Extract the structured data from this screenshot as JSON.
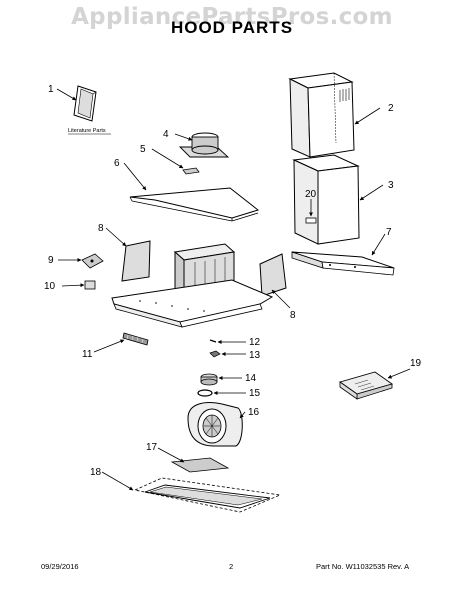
{
  "watermark": "AppliancePartsPros.com",
  "title": "HOOD PARTS",
  "literature_label": "Literature Parts",
  "callouts": {
    "c1": "1",
    "c2": "2",
    "c3": "3",
    "c4": "4",
    "c5": "5",
    "c6": "6",
    "c7": "7",
    "c8a": "8",
    "c8b": "8",
    "c9": "9",
    "c10": "10",
    "c11": "11",
    "c12": "12",
    "c13": "13",
    "c14": "14",
    "c15": "15",
    "c16": "16",
    "c17": "17",
    "c18": "18",
    "c19": "19",
    "c20": "20"
  },
  "footer": {
    "date": "09/29/2016",
    "page": "2",
    "part_no": "Part No. W11032535  Rev. A"
  }
}
